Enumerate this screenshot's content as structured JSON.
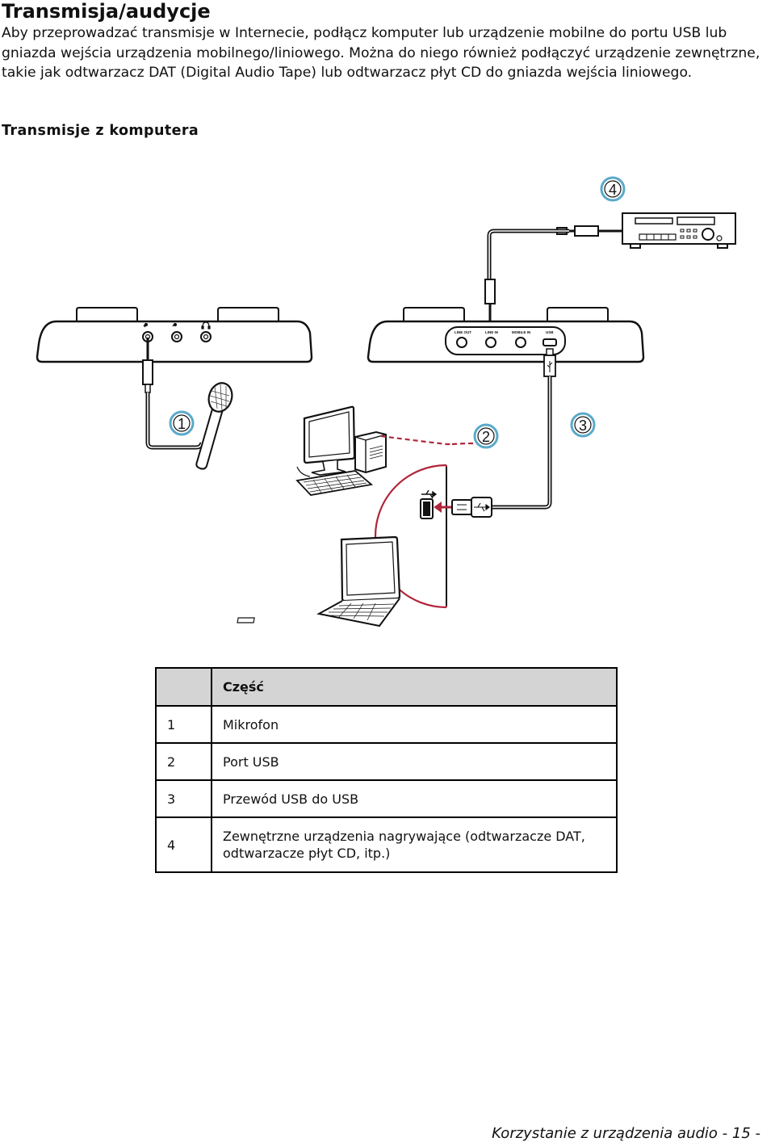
{
  "section_title": "Transmisja/audycje",
  "intro_text": "Aby przeprowadzać transmisje w Internecie, podłącz komputer lub urządzenie mobilne do portu USB lub gniazda wejścia urządzenia mobilnego/liniowego. Można do niego również podłączyć urządzenie zewnętrzne, takie jak odtwarzacz DAT (Digital Audio Tape) lub odtwarzacz płyt CD do gniazda wejścia liniowego.",
  "subsection_title": "Transmisje z komputera",
  "diagram": {
    "callouts": [
      "1",
      "2",
      "3",
      "4"
    ],
    "jack_labels": [
      "LINE OUT",
      "LINE IN",
      "MOBILE IN",
      "USB"
    ],
    "accent_color": "#b0263a",
    "icons": [
      "microphone-icon",
      "headphones-icon",
      "usb-icon",
      "desktop-computer-icon",
      "laptop-icon",
      "cd-player-icon"
    ]
  },
  "parts_table": {
    "header": [
      "",
      "Część"
    ],
    "rows": [
      {
        "num": "1",
        "part": "Mikrofon"
      },
      {
        "num": "2",
        "part": "Port USB"
      },
      {
        "num": "3",
        "part": "Przewód USB do USB"
      },
      {
        "num": "4",
        "part": "Zewnętrzne urządzenia nagrywające (odtwarzacze DAT, odtwarzacze płyt CD, itp.)"
      }
    ]
  },
  "footer": "Korzystanie z urządzenia audio - 15 -"
}
